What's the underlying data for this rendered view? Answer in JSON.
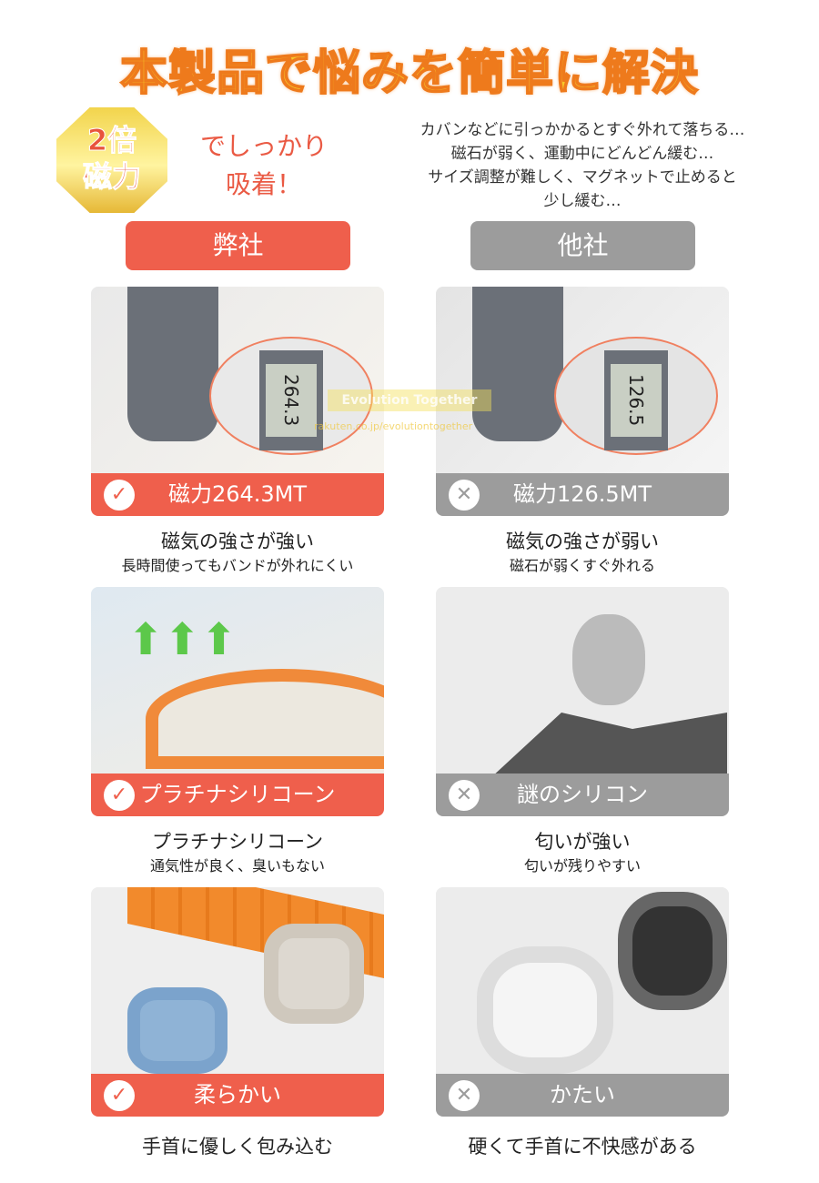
{
  "title": "本製品で悩みを簡単に解決",
  "badge": {
    "line1": "2倍",
    "line2": "磁力"
  },
  "catch": {
    "line1": "でしっかり",
    "line2": "吸着！"
  },
  "worries": [
    "カバンなどに引っかかるとすぐ外れて落ちる…",
    "磁石が弱く、運動中にどんどん緩む…",
    "サイズ調整が難しく、マグネットで止めると",
    "少し緩む…"
  ],
  "ours_label": "弊社",
  "theirs_label": "他社",
  "watermark": {
    "brand": "Evolution Together",
    "url": "rakuten.co.jp/evolutiontogether"
  },
  "rows": [
    {
      "ours": {
        "bar": "磁力264.3MT",
        "main": "磁気の強さが強い",
        "sub": "長時間使ってもバンドが外れにくい",
        "reading": "264.3"
      },
      "theirs": {
        "bar": "磁力126.5MT",
        "main": "磁気の強さが弱い",
        "sub": "磁石が弱くすぐ外れる",
        "reading": "126.5"
      }
    },
    {
      "ours": {
        "bar": "プラチナシリコーン",
        "main": "プラチナシリコーン",
        "sub": "通気性が良く、臭いもない"
      },
      "theirs": {
        "bar": "謎のシリコン",
        "main": "匂いが強い",
        "sub": "匂いが残りやすい"
      }
    },
    {
      "ours": {
        "bar": "柔らかい",
        "main": "手首に優しく包み込む",
        "sub": ""
      },
      "theirs": {
        "bar": "かたい",
        "main": "硬くて手首に不快感がある",
        "sub": ""
      }
    }
  ],
  "icons": {
    "ours": "✓",
    "theirs": "✕"
  },
  "colors": {
    "ours": "#ef5f4c",
    "theirs": "#9c9c9c",
    "title": "#f7c82a"
  }
}
